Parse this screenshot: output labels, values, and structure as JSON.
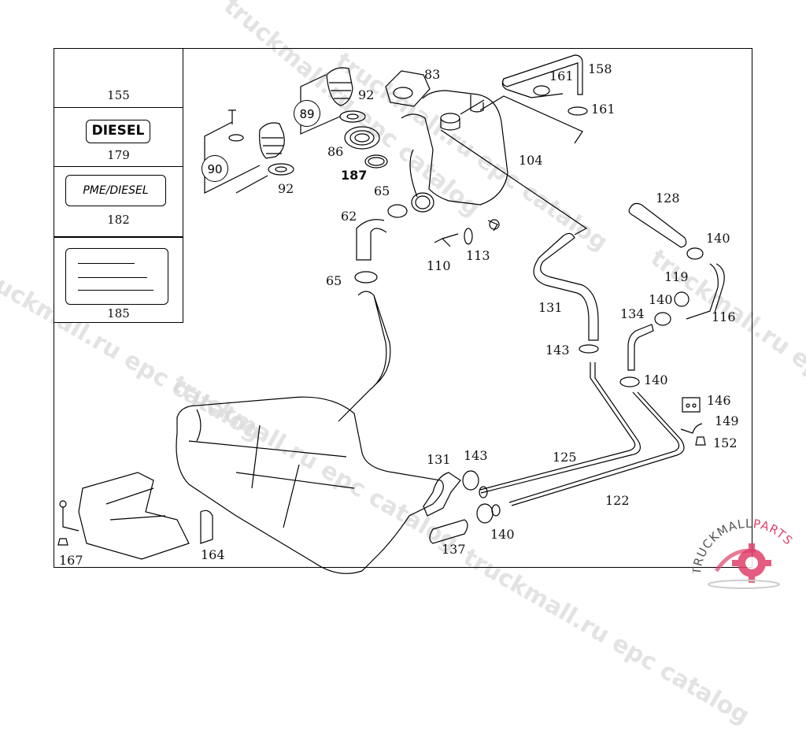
{
  "diagram": {
    "title": "Fuel tank / filler neck and lines exploded view",
    "legend": [
      {
        "part": "155",
        "icon": "cable-tie-icon"
      },
      {
        "part": "179",
        "badge_text": "DIESEL"
      },
      {
        "part": "182",
        "badge_text": "PME/DIESEL"
      },
      {
        "part": "185",
        "badge_text": ""
      }
    ],
    "circled_groups": [
      {
        "label": "89"
      },
      {
        "label": "90"
      }
    ],
    "callouts": {
      "c83": "83",
      "c92a": "92",
      "c92b": "92",
      "c86": "86",
      "c187": "187",
      "c65a": "65",
      "c62": "62",
      "c65b": "65",
      "c104": "104",
      "c158": "158",
      "c161a": "161",
      "c161b": "161",
      "c128": "128",
      "c140a": "140",
      "c110": "110",
      "c113": "113",
      "c119": "119",
      "c140b": "140",
      "c116": "116",
      "c134": "134",
      "c131a": "131",
      "c143a": "143",
      "c140c": "140",
      "c146": "146",
      "c149": "149",
      "c152": "152",
      "c131b": "131",
      "c143b": "143",
      "c125": "125",
      "c122": "122",
      "c140d": "140",
      "c137": "137",
      "c167": "167",
      "c164": "164"
    },
    "watermark": "truckmall.ru epc catalog",
    "logo": {
      "text_dark": "TRUCKMALL",
      "text_accent": "PARTS",
      "accent_color": "#e0406a"
    }
  }
}
